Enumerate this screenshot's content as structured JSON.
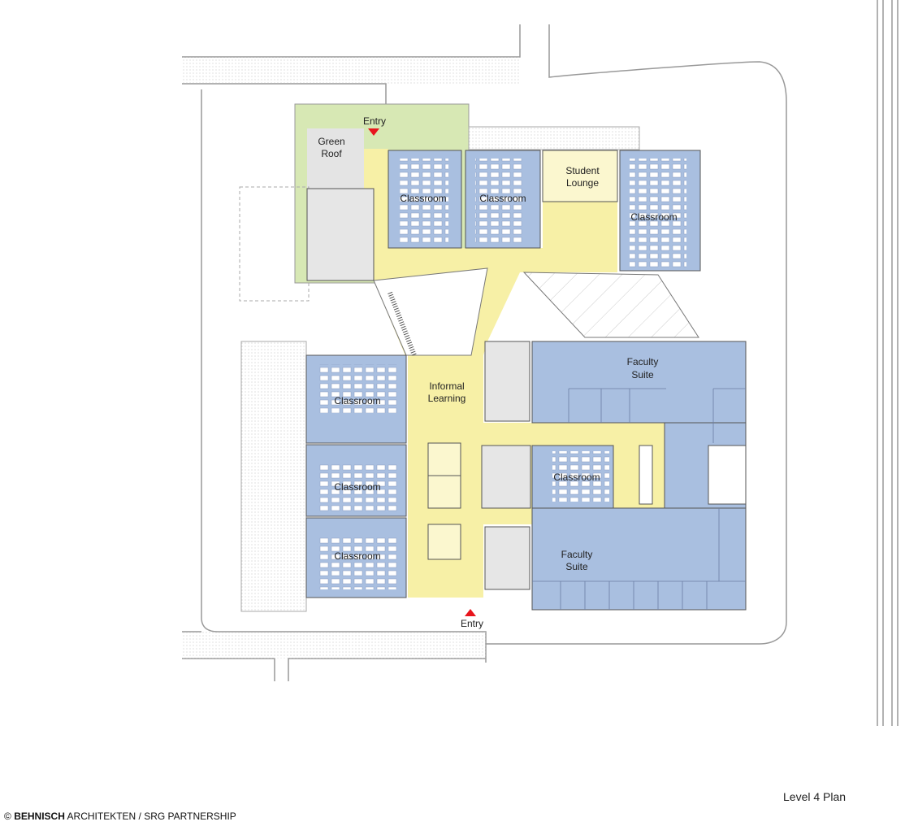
{
  "plan": {
    "title": "Level 4 Plan",
    "credit_symbol": "©",
    "credit_bold": "BEHNISCH",
    "credit_rest": "ARCHITEKTEN / SRG PARTNERSHIP",
    "rooms": {
      "green_roof_1": "Green",
      "green_roof_2": "Roof",
      "entry_top": "Entry",
      "entry_bottom": "Entry",
      "classroom_1": "Classroom",
      "classroom_2": "Classroom",
      "student_lounge_1": "Student",
      "student_lounge_2": "Lounge",
      "classroom_3": "Classroom",
      "informal_1": "Informal",
      "informal_2": "Learning",
      "faculty_upper_1": "Faculty",
      "faculty_upper_2": "Suite",
      "classroom_4": "Classroom",
      "classroom_5": "Classroom",
      "classroom_6": "Classroom",
      "classroom_7": "Classroom",
      "faculty_lower_1": "Faculty",
      "faculty_lower_2": "Suite"
    }
  },
  "colors": {
    "classroom": "#a9bfe0",
    "circulation": "#f7f0a6",
    "lounge": "#fbf7cf",
    "green_roof": "#d7e8b4",
    "core": "#e6e6e6",
    "entry_marker": "#e8141c"
  }
}
